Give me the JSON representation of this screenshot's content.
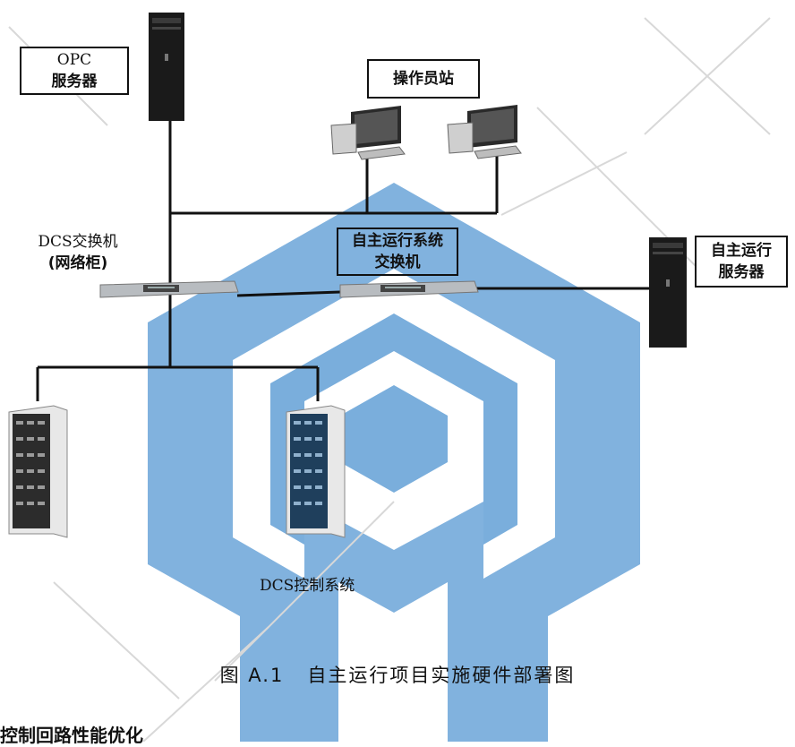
{
  "labels": {
    "opc_server_line1": "OPC",
    "opc_server_line2": "服务器",
    "operator_station": "操作员站",
    "dcs_switch_line1": "DCS交换机",
    "dcs_switch_line2": "(网络柜)",
    "auto_switch_line1": "自主运行系统",
    "auto_switch_line2": "交换机",
    "auto_server_line1": "自主运行",
    "auto_server_line2": "服务器",
    "dcs_control_system": "DCS控制系统"
  },
  "caption": "图 A.1   自主运行项目实施硬件部署图",
  "footer_fragment": "控制回路性能优化",
  "colors": {
    "watermark_blue": "#7aaedc",
    "line": "#111111",
    "device_dark": "#1a1a1a",
    "switch_gray": "#b8bcc0"
  },
  "icons": {
    "opc_server": "tower-server-icon",
    "operator_workstation": "desktop-monitor-icon",
    "dcs_switch": "network-switch-icon",
    "auto_switch": "network-switch-icon",
    "auto_server": "tower-server-icon",
    "dcs_cabinet": "control-cabinet-icon",
    "watermark": "hexagon-logo-watermark"
  }
}
